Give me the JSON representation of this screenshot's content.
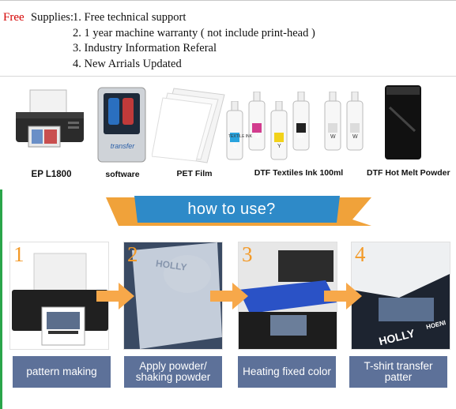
{
  "supplies": {
    "free_word": "Free",
    "label": "Supplies:",
    "items": [
      "1. Free technical support",
      "2. 1 year machine warranty ( not include print-head )",
      "3. Industry Information Referal",
      "4. New Arrials Updated"
    ]
  },
  "products": [
    {
      "label": "EP L1800"
    },
    {
      "label": "software",
      "logo_text": "transfer"
    },
    {
      "label": "PET Film"
    },
    {
      "label": "DTF Textiles Ink 100ml",
      "bottle_tag": "TEXTILE INK",
      "bottle_letters": [
        "C",
        "M",
        "Y",
        "BK",
        "W",
        "W"
      ]
    },
    {
      "label": "DTF Hot Melt Powder"
    }
  ],
  "banner": {
    "text": "how to use?"
  },
  "steps": [
    {
      "num": "1",
      "label": "pattern making"
    },
    {
      "num": "2",
      "label": "Apply powder/ shaking powder"
    },
    {
      "num": "3",
      "label": "Heating fixed color"
    },
    {
      "num": "4",
      "label": "T-shirt transfer patter"
    }
  ],
  "step_art_text": {
    "holly": "HOLLY",
    "hoenix": "HOENI"
  },
  "colors": {
    "free_red": "#d40000",
    "banner_orange": "#f0a23a",
    "banner_blue": "#2e8ac8",
    "step_label_blue": "#5d7199",
    "arrow_orange": "#f7a84a",
    "green_edge": "#2aa54a"
  }
}
